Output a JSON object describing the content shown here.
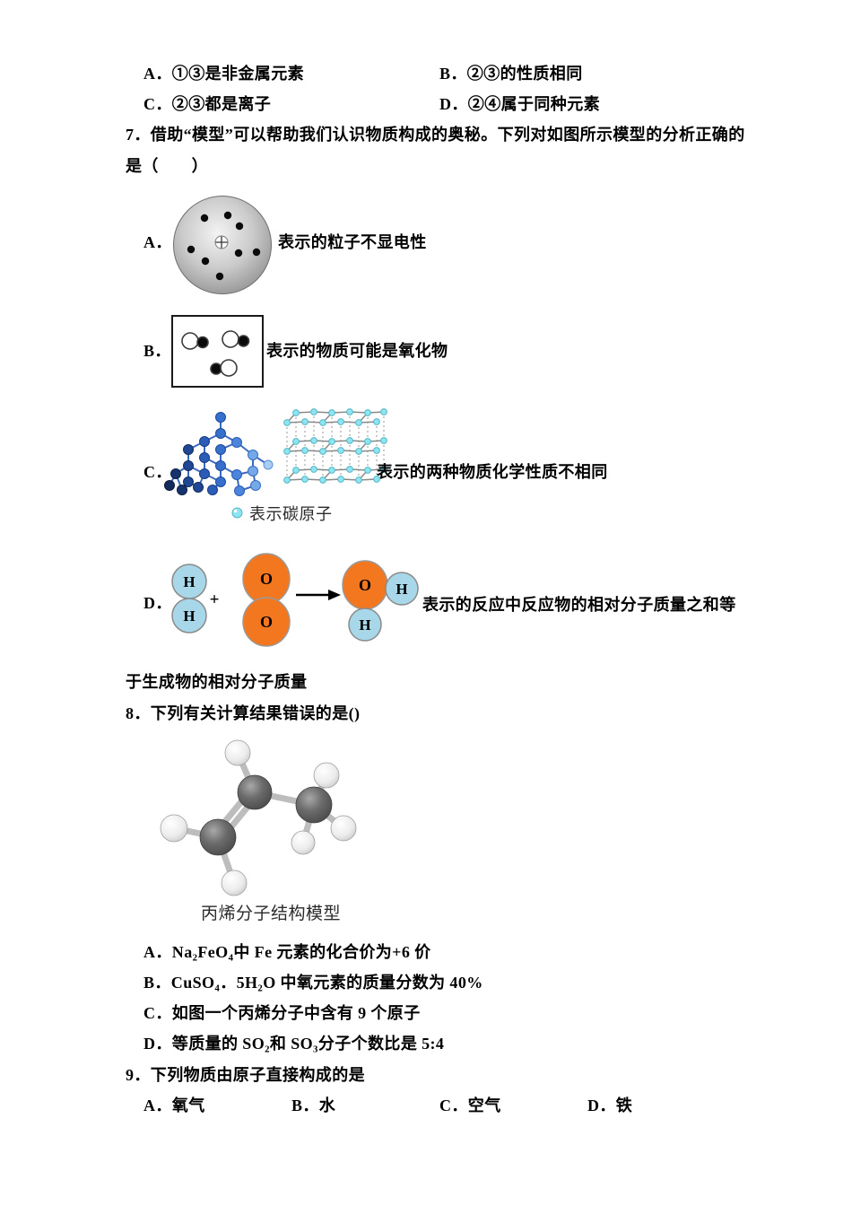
{
  "colors": {
    "hydrogen_fill": "#a7d7e9",
    "oxygen_fill": "#f3771f",
    "carbon_gray": "#5f5f5f",
    "diamond_blue": "#3470cc",
    "graphite_cyan": "#8ee4f0",
    "text": "#000000"
  },
  "prev_options": {
    "a": "A．①③是非金属元素",
    "b": "B．②③的性质相同",
    "c": "C．②③都是离子",
    "d": "D．②④属于同种元素"
  },
  "q7": {
    "stem_line1": "7．借助“模型”可以帮助我们认识物质构成的奥秘。下列对如图所示模型的分析正确的",
    "stem_line2": "是（　　）",
    "option_a": {
      "label": "A．",
      "caption": "表示的粒子不显电性"
    },
    "option_b": {
      "label": "B．",
      "caption": "表示的物质可能是氧化物"
    },
    "option_c": {
      "label": "C．",
      "caption": "表示的两种物质化学性质不相同",
      "legend": "表示碳原子"
    },
    "option_d": {
      "label": "D．",
      "plus_sign": "+",
      "hydrogen_label": "H",
      "oxygen_label": "O",
      "caption_line1": "表示的反应中反应物的相对分子质量之和等",
      "caption_line2": "于生成物的相对分子质量"
    }
  },
  "q8": {
    "stem": "8．下列有关计算结果错误的是()",
    "figure_caption": "丙烯分子结构模型",
    "option_a": "A．Na₂FeO₄中 Fe 元素的化合价为+6 价",
    "option_b": "B．CuSO₄．5H₂O 中氧元素的质量分数为 40%",
    "option_c": "C．如图一个丙烯分子中含有 9 个原子",
    "option_d": "D．等质量的 SO₂和 SO₃分子个数比是 5:4"
  },
  "q9": {
    "stem": "9．下列物质由原子直接构成的是",
    "option_a": "A．氧气",
    "option_b": "B．水",
    "option_c": "C．空气",
    "option_d": "D．铁"
  }
}
